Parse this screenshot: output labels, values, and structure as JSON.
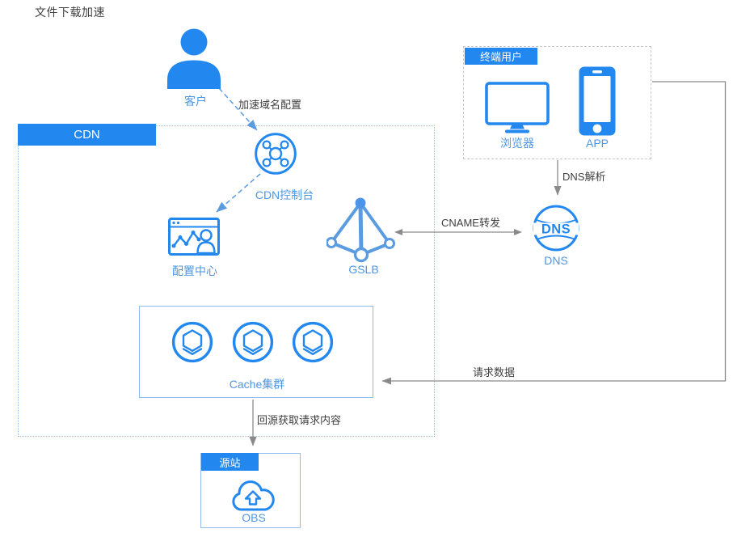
{
  "title": "文件下载加速",
  "colors": {
    "accent_blue": "#2288F0",
    "label_blue": "#4E96E2",
    "line_blue": "#5B9BE0",
    "arrow_gray": "#8A8A8A",
    "text_dark": "#404040",
    "box_border_blue": "#8FBBEE",
    "cdn_dotted_border": "#92BEF0",
    "enduser_dashed_border": "#C9C9C9"
  },
  "groups": {
    "cdn": {
      "label": "CDN"
    },
    "end_user": {
      "label": "终端用户"
    },
    "origin": {
      "label": "源站"
    }
  },
  "nodes": {
    "customer": {
      "label": "客户"
    },
    "cdn_console": {
      "label": "CDN控制台"
    },
    "config_center": {
      "label": "配置中心"
    },
    "gslb": {
      "label": "GSLB"
    },
    "browser": {
      "label": "浏览器"
    },
    "app": {
      "label": "APP"
    },
    "dns": {
      "label": "DNS",
      "globe_text": "DNS"
    },
    "cache_cluster": {
      "label": "Cache集群"
    },
    "obs": {
      "label": "OBS"
    }
  },
  "edges": {
    "domain_config": {
      "label": "加速域名配置"
    },
    "cname_forward": {
      "label": "CNAME转发"
    },
    "dns_resolve": {
      "label": "DNS解析"
    },
    "request_data": {
      "label": "请求数据"
    },
    "origin_fetch": {
      "label": "回源获取请求内容"
    }
  }
}
